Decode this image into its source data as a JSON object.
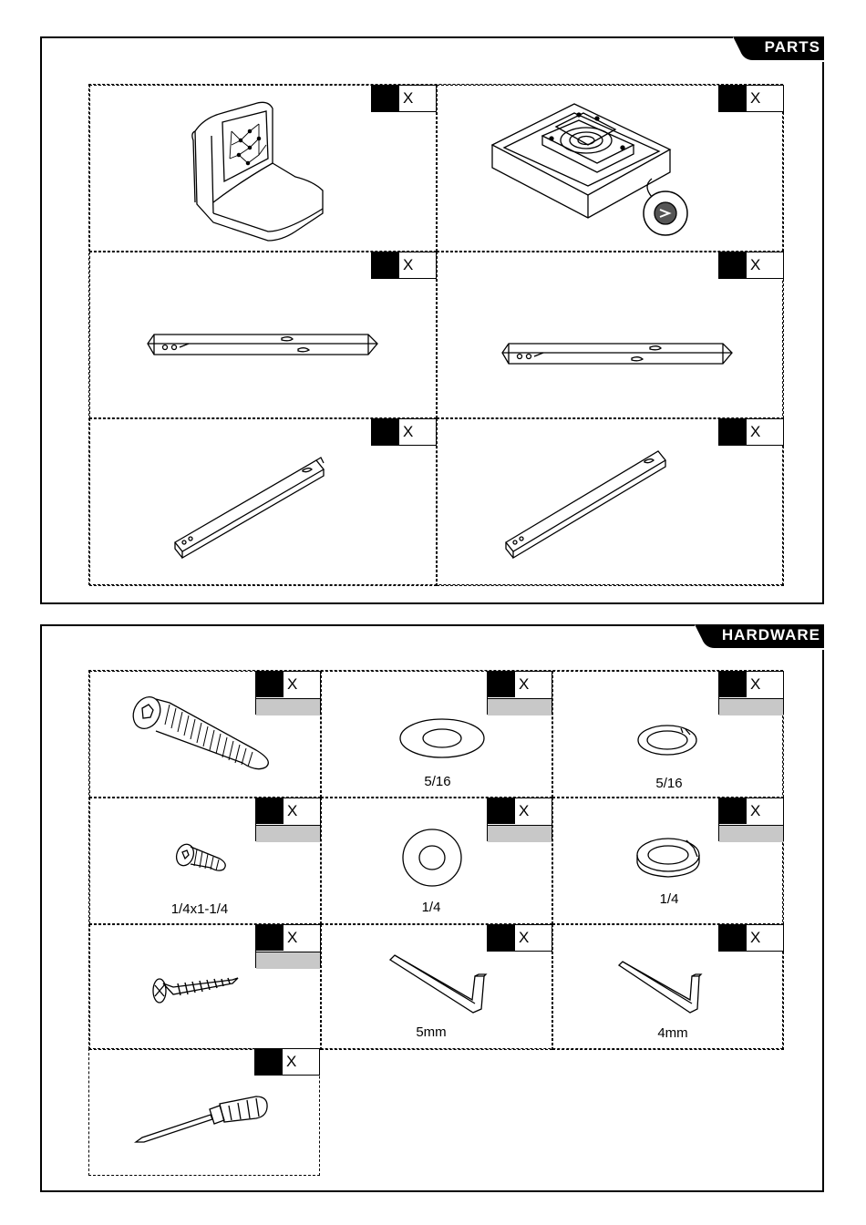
{
  "parts": {
    "tab_label": "PARTS",
    "items": [
      {
        "id": "seat-cushion",
        "qty": "X"
      },
      {
        "id": "swivel-base-frame",
        "qty": "X"
      },
      {
        "id": "long-rail-a",
        "qty": "X"
      },
      {
        "id": "long-rail-b",
        "qty": "X"
      },
      {
        "id": "diagonal-rail-a",
        "qty": "X"
      },
      {
        "id": "diagonal-rail-b",
        "qty": "X"
      }
    ]
  },
  "hardware": {
    "tab_label": "HARDWARE",
    "items": [
      {
        "id": "long-bolt",
        "qty": "X",
        "label": ""
      },
      {
        "id": "flat-washer-large",
        "qty": "X",
        "label": "5/16"
      },
      {
        "id": "spring-washer-large",
        "qty": "X",
        "label": "5/16"
      },
      {
        "id": "short-bolt",
        "qty": "X",
        "label": "1/4x1-1/4"
      },
      {
        "id": "flat-washer-small",
        "qty": "X",
        "label": "1/4"
      },
      {
        "id": "spring-washer-small",
        "qty": "X",
        "label": "1/4"
      },
      {
        "id": "wood-screw",
        "qty": "X",
        "label": ""
      },
      {
        "id": "allen-key-5mm",
        "qty": "X",
        "label": "5mm"
      },
      {
        "id": "allen-key-4mm",
        "qty": "X",
        "label": "4mm"
      },
      {
        "id": "screwdriver",
        "qty": "X",
        "label": ""
      }
    ]
  }
}
